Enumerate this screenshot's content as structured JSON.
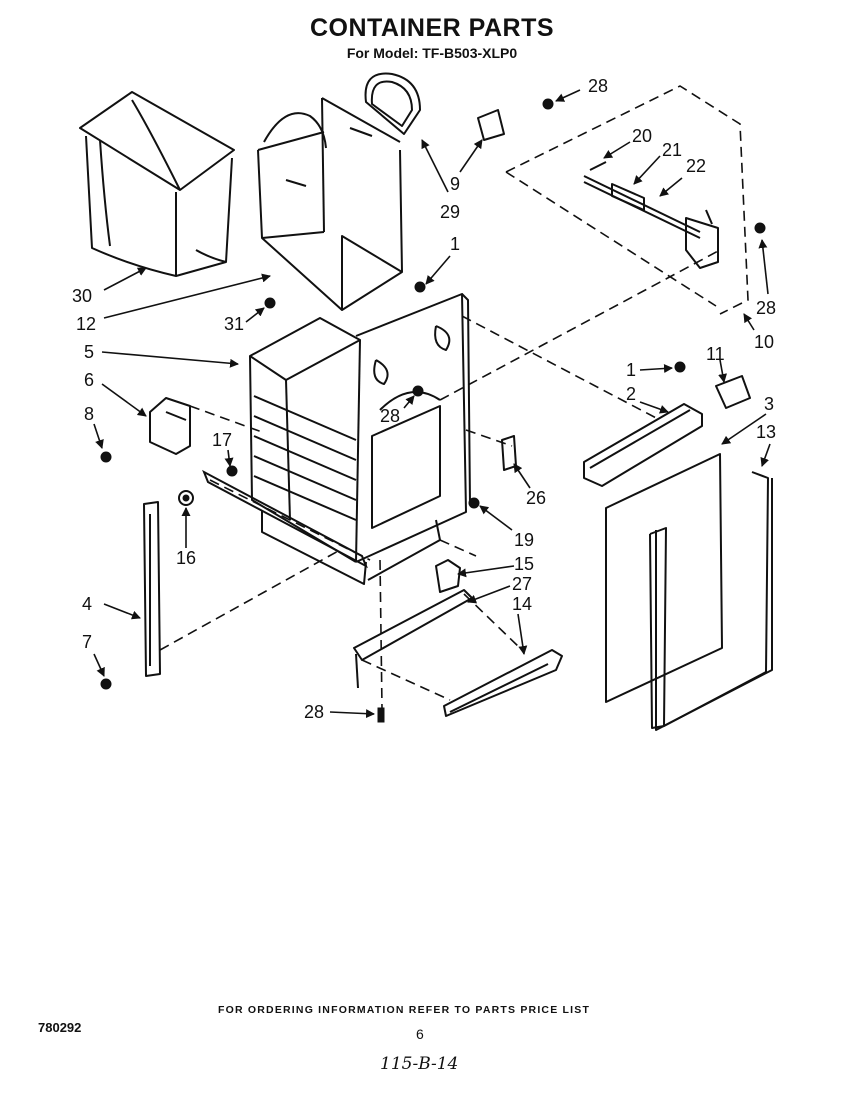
{
  "header": {
    "title": "CONTAINER PARTS",
    "subtitle": "For Model: TF-B503-XLP0"
  },
  "footer": {
    "ordering_note": "FOR ORDERING INFORMATION REFER TO PARTS PRICE LIST",
    "doc_code": "780292",
    "page_number": "6",
    "handwritten_note": "115-B-14"
  },
  "part_labels": [
    {
      "id": "p28a",
      "text": "28"
    },
    {
      "id": "p20",
      "text": "20"
    },
    {
      "id": "p21",
      "text": "21"
    },
    {
      "id": "p22",
      "text": "22"
    },
    {
      "id": "p9",
      "text": "9"
    },
    {
      "id": "p29",
      "text": "29"
    },
    {
      "id": "p1a",
      "text": "1"
    },
    {
      "id": "p28b",
      "text": "28"
    },
    {
      "id": "p10",
      "text": "10"
    },
    {
      "id": "p30",
      "text": "30"
    },
    {
      "id": "p12",
      "text": "12"
    },
    {
      "id": "p31",
      "text": "31"
    },
    {
      "id": "p5",
      "text": "5"
    },
    {
      "id": "p6",
      "text": "6"
    },
    {
      "id": "p8",
      "text": "8"
    },
    {
      "id": "p28c",
      "text": "28"
    },
    {
      "id": "p1b",
      "text": "1"
    },
    {
      "id": "p11",
      "text": "11"
    },
    {
      "id": "p2",
      "text": "2"
    },
    {
      "id": "p3",
      "text": "3"
    },
    {
      "id": "p13",
      "text": "13"
    },
    {
      "id": "p17",
      "text": "17"
    },
    {
      "id": "p26",
      "text": "26"
    },
    {
      "id": "p16",
      "text": "16"
    },
    {
      "id": "p19",
      "text": "19"
    },
    {
      "id": "p15",
      "text": "15"
    },
    {
      "id": "p27",
      "text": "27"
    },
    {
      "id": "p14",
      "text": "14"
    },
    {
      "id": "p4",
      "text": "4"
    },
    {
      "id": "p7",
      "text": "7"
    },
    {
      "id": "p28d",
      "text": "28"
    }
  ]
}
